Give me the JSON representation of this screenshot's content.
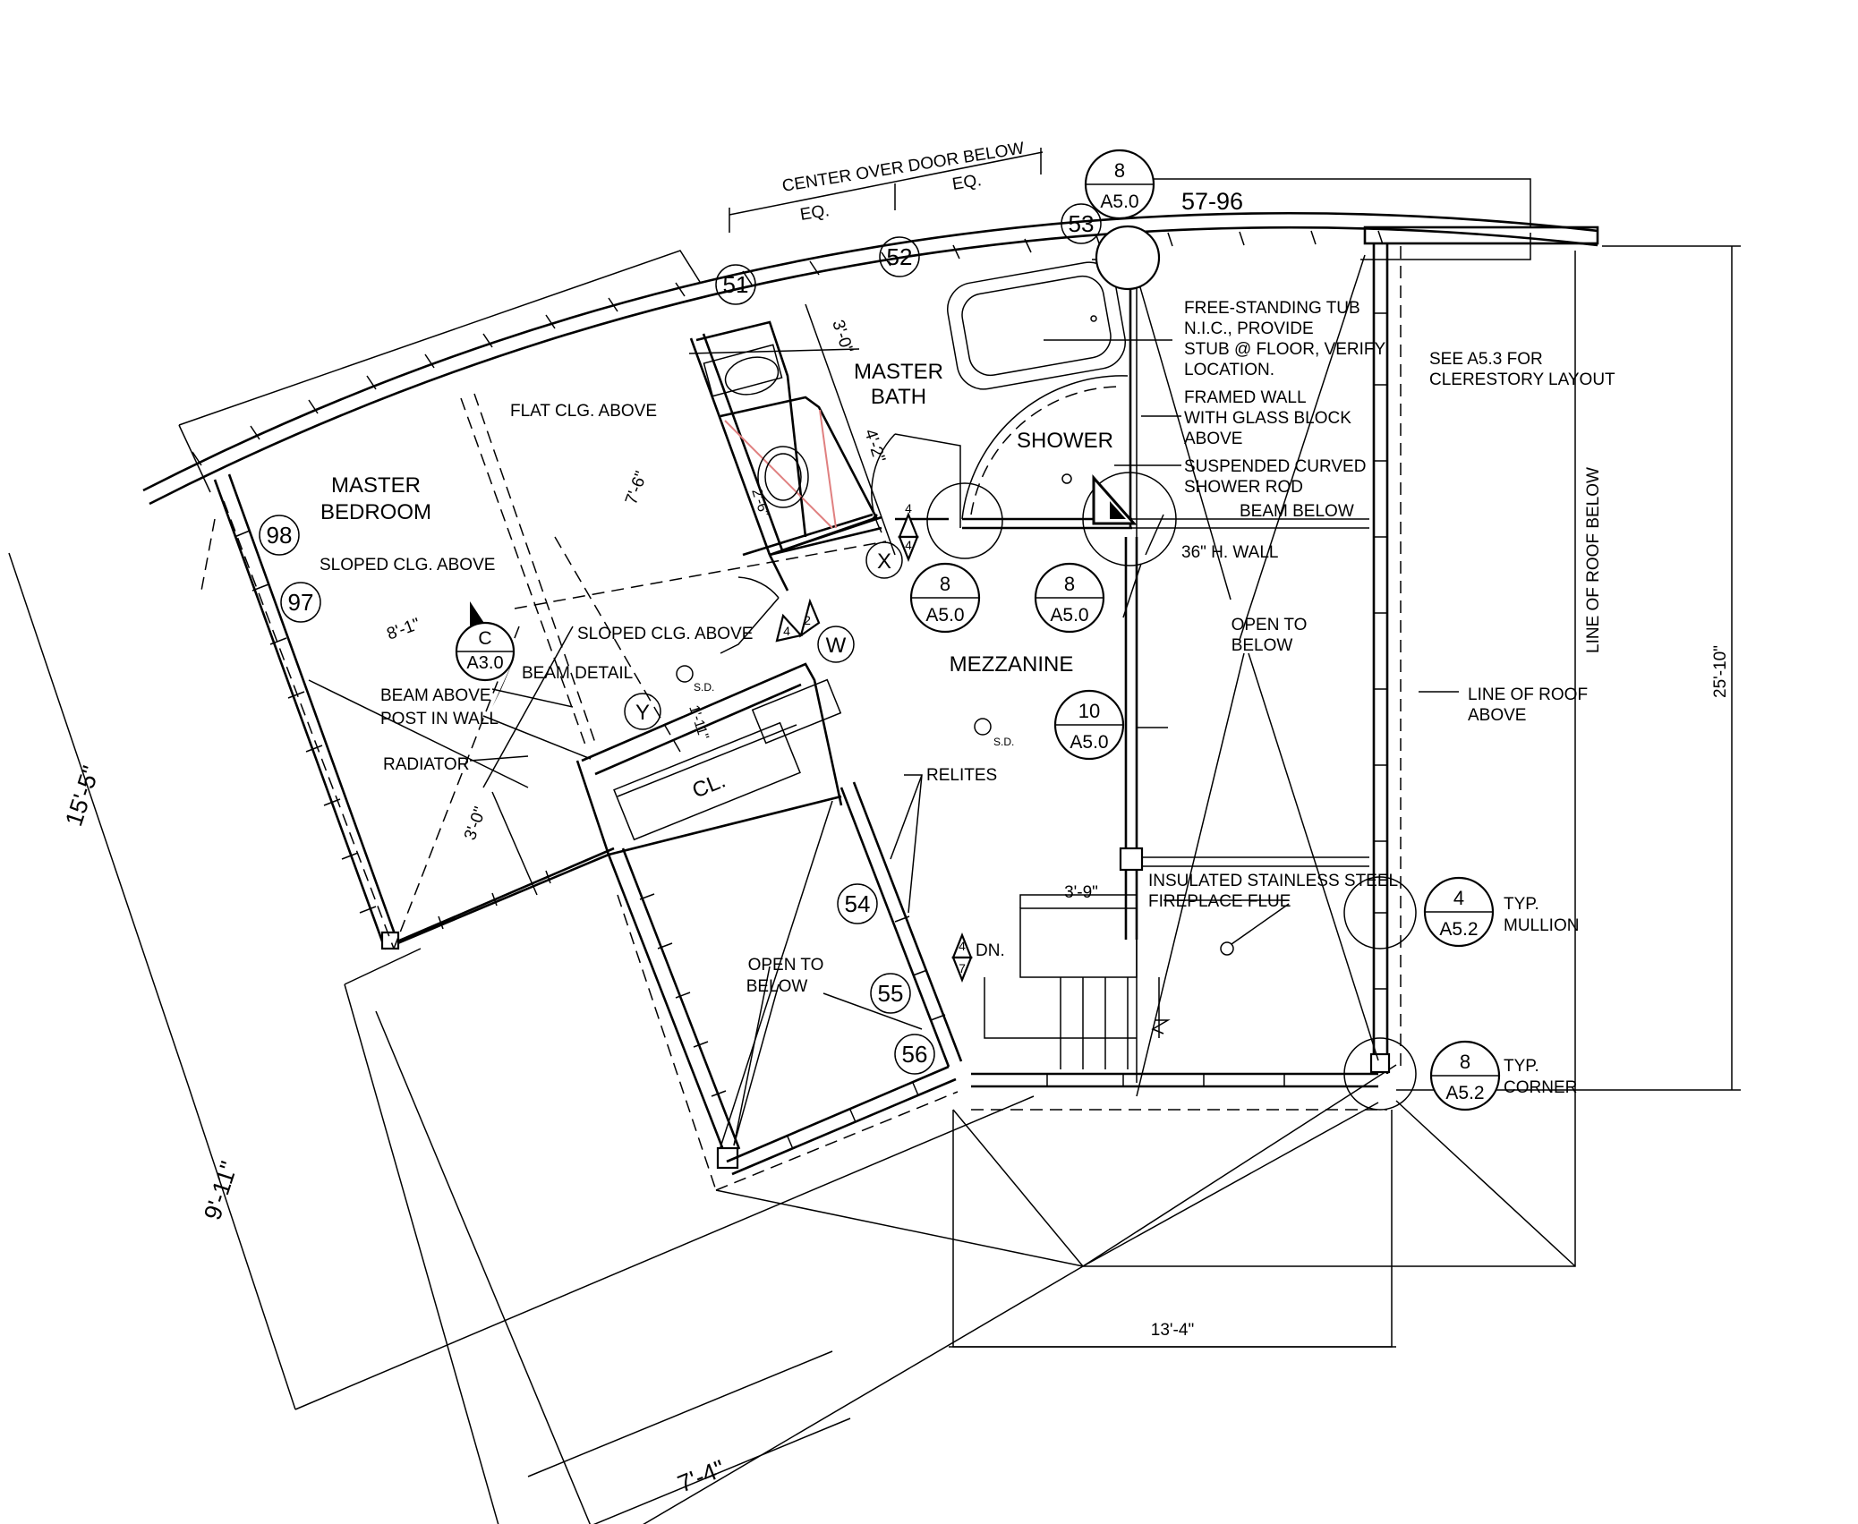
{
  "sheet_number": "57-96",
  "colors": {
    "line": "#000000",
    "background": "#ffffff",
    "accent_line": "#e08080"
  },
  "rooms": {
    "master_bedroom_1": "MASTER",
    "master_bedroom_2": "BEDROOM",
    "master_bath_1": "MASTER",
    "master_bath_2": "BATH",
    "shower": "SHOWER",
    "mezzanine": "MEZZANINE",
    "closet": "CL."
  },
  "notes": {
    "center_over_door": "CENTER OVER DOOR BELOW",
    "eq": "EQ.",
    "flat_clg": "FLAT CLG. ABOVE",
    "sloped_clg": "SLOPED CLG. ABOVE",
    "beam_above": "BEAM ABOVE",
    "post_in_wall": "POST IN WALL",
    "beam_detail": "BEAM DETAIL",
    "radiator": "RADIATOR",
    "tub_1": "FREE-STANDING TUB",
    "tub_2": "N.I.C., PROVIDE",
    "tub_3": "STUB @ FLOOR, VERIFY",
    "tub_4": "LOCATION.",
    "framed_1": "FRAMED WALL",
    "framed_2": "WITH GLASS BLOCK",
    "framed_3": "ABOVE",
    "rod_1": "SUSPENDED CURVED",
    "rod_2": "SHOWER ROD",
    "beam_below": "BEAM BELOW",
    "h_wall": "36\" H. WALL",
    "open_to": "OPEN TO",
    "below": "BELOW",
    "see_a53_1": "SEE A5.3 FOR",
    "see_a53_2": "CLERESTORY LAYOUT",
    "line_roof_below": "LINE OF ROOF BELOW",
    "line_roof_above_1": "LINE OF ROOF",
    "line_roof_above_2": "ABOVE",
    "relites": "RELITES",
    "flue_1": "INSULATED STAINLESS STEEL",
    "flue_2": "FIREPLACE FLUE",
    "typ": "TYP.",
    "mullion": "MULLION",
    "corner": "CORNER",
    "dn": "DN.",
    "sd": "S.D."
  },
  "dimensions": {
    "d_3_0_bath": "3'-0\"",
    "d_4_2": "4'-2\"",
    "d_7_6": "7'-6\"",
    "d_2_6": "2'-6\"",
    "d_8_1": "8'-1\"",
    "d_3_0_rad": "3'-0\"",
    "d_1_11": "1'-11\"",
    "d_15_5": "15'-5\"",
    "d_9_11": "9'-11\"",
    "d_7_4": "7'-4\"",
    "d_13_4": "13'-4\"",
    "d_3_9": "3'-9\"",
    "d_25_10": "25'-10\""
  },
  "window_tags": [
    "51",
    "52",
    "53",
    "54",
    "55",
    "56",
    "97",
    "98"
  ],
  "door_tags": [
    "X",
    "Y",
    "W"
  ],
  "detail_refs": [
    {
      "num": "8",
      "sheet": "A5.0"
    },
    {
      "num": "8",
      "sheet": "A5.0"
    },
    {
      "num": "8",
      "sheet": "A5.0"
    },
    {
      "num": "10",
      "sheet": "A5.0"
    },
    {
      "num": "4",
      "sheet": "A5.2"
    },
    {
      "num": "8",
      "sheet": "A5.2"
    },
    {
      "num": "C",
      "sheet": "A3.0"
    }
  ],
  "elevation_marks": [
    {
      "top": "4",
      "bottom": "4"
    },
    {
      "top": "4",
      "bottom": "7"
    },
    {
      "top": "2",
      "bottom": "4"
    }
  ]
}
